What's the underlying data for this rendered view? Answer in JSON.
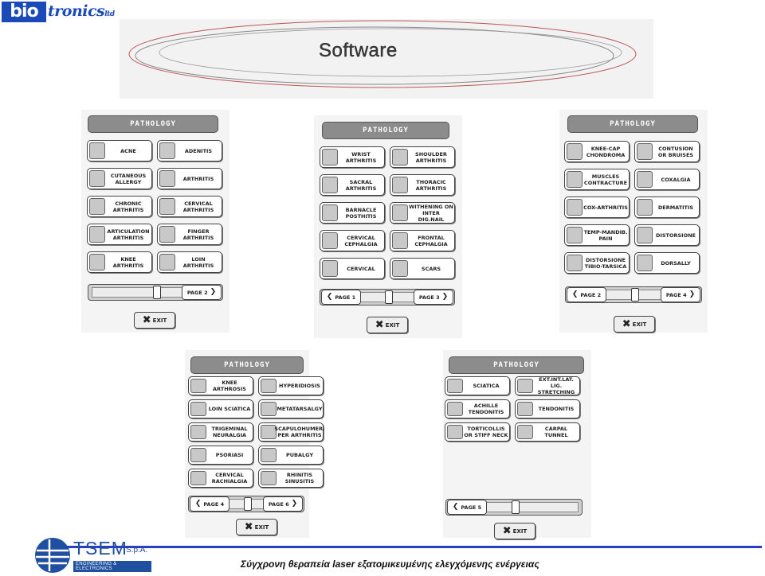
{
  "logo": {
    "bio": "bio",
    "tronics": "tronics",
    "ltd": "ltd"
  },
  "banner": {
    "title": "Software"
  },
  "screens": [
    {
      "header": "PATHOLOGY",
      "buttons": [
        "ACNE",
        "ADENITIS",
        "CUTANEOUS ALLERGY",
        "ARTHRITIS",
        "CHRONIC ARTHRITIS",
        "CERVICAL ARTHRITIS",
        "ARTICULATION ARTHRITIS",
        "FINGER ARTHRITIS",
        "KNEE ARTHRITIS",
        "LOIN ARTHRITIS"
      ],
      "prev": "",
      "next": "PAGE 2",
      "exit": "EXIT"
    },
    {
      "header": "PATHOLOGY",
      "buttons": [
        "WRIST ARTHRITIS",
        "SHOULDER ARTHRITIS",
        "SACRAL ARTHRITIS",
        "THORACIC ARTHRITIS",
        "BARNACLE POSTHITIS",
        "WITHENING ON INTER DIG.NAIL",
        "CERVICAL CEPHALGIA",
        "FRONTAL CEPHALGIA",
        "CERVICAL",
        "SCARS"
      ],
      "prev": "PAGE 1",
      "next": "PAGE 3",
      "exit": "EXIT"
    },
    {
      "header": "PATHOLOGY",
      "buttons": [
        "KNEE-CAP CHONDROMA",
        "CONTUSION OR BRUISES",
        "MUSCLES CONTRACTURE",
        "COXALGIA",
        "COX-ARTHRITIS",
        "DERMATITIS",
        "TEMP-MANDIB. PAIN",
        "DISTORSIONE",
        "DISTORSIONE TIBIO-TARSICA",
        "DORSALLY"
      ],
      "prev": "PAGE 2",
      "next": "PAGE 4",
      "exit": "EXIT"
    },
    {
      "header": "PATHOLOGY",
      "buttons": [
        "KNEE ARTHROSIS",
        "HYPERIDIOSIS",
        "LOIN SCIATICA",
        "METATARSALGY",
        "TRIGEMINAL NEURALGIA",
        "SCAPULOHUMER. PER ARTHRITIS",
        "PSORIASI",
        "PUBALGY",
        "CERVICAL RACHIALGIA",
        "RHINITIS SINUSITIS"
      ],
      "prev": "PAGE 4",
      "next": "PAGE 6",
      "exit": "EXIT"
    },
    {
      "header": "PATHOLOGY",
      "buttons": [
        "SCIATICA",
        "EXT.INT.LAT. LIG. STRETCHING",
        "ACHILLE TENDONITIS",
        "TENDONITIS",
        "TORTICOLLIS OR STIFF NECK",
        "CARPAL TUNNEL"
      ],
      "prev": "PAGE 5",
      "next": "",
      "exit": "EXIT"
    }
  ],
  "footer": {
    "company": "TSEM",
    "spa": "S.p.A.",
    "subtitle": "ENGINEERING & ELECTRONICS",
    "tagline": "Σύγχρονη θεραπεία laser εξατομικευμένης ελεγχόμενης ενέργειας"
  }
}
